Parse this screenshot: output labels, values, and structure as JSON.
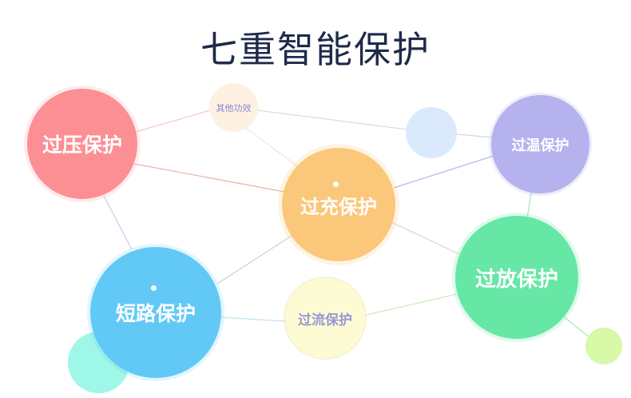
{
  "title": "七重智能保护",
  "nodes": {
    "overvoltage": "过压保护",
    "overcharge": "过充保护",
    "overtemp": "过温保护",
    "overdischarge": "过放保护",
    "shortcircuit": "短路保护",
    "overcurrent": "过流保护",
    "other": "其他功效"
  },
  "colors": {
    "overvoltage": "#fb8f93",
    "overcharge": "#fbc77a",
    "overtemp": "#b5b2ee",
    "overdischarge": "#66e7a5",
    "shortcircuit": "#62c9f7",
    "overcurrent": "#fdfbd3",
    "other": "#fdf2e2",
    "title": "#1f2a4a"
  }
}
